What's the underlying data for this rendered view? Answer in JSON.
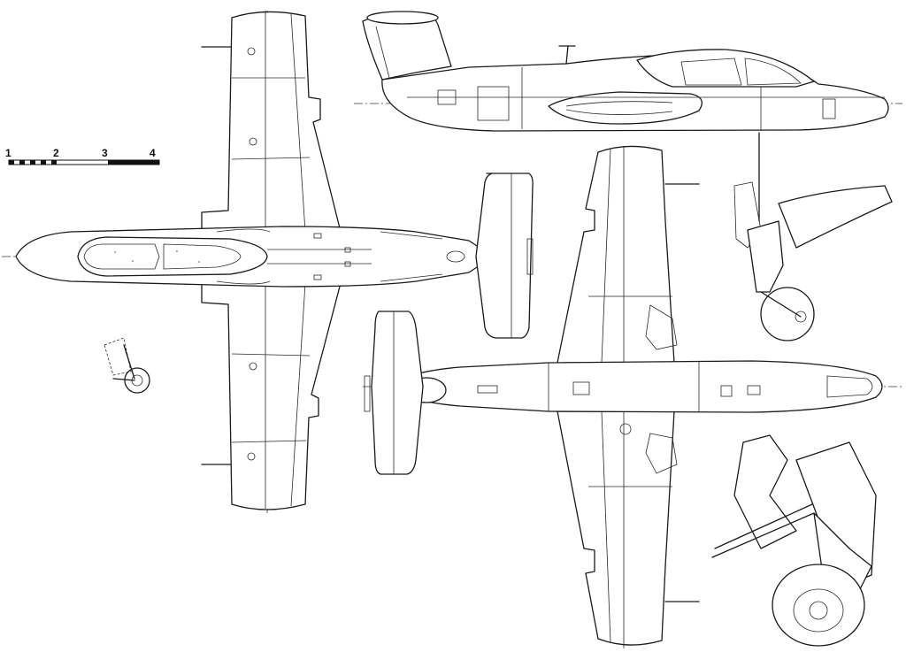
{
  "scale_bar": {
    "labels": [
      "1",
      "2",
      "3",
      "4"
    ]
  },
  "colors": {
    "line": "#1a1a1a",
    "background": "#ffffff"
  }
}
